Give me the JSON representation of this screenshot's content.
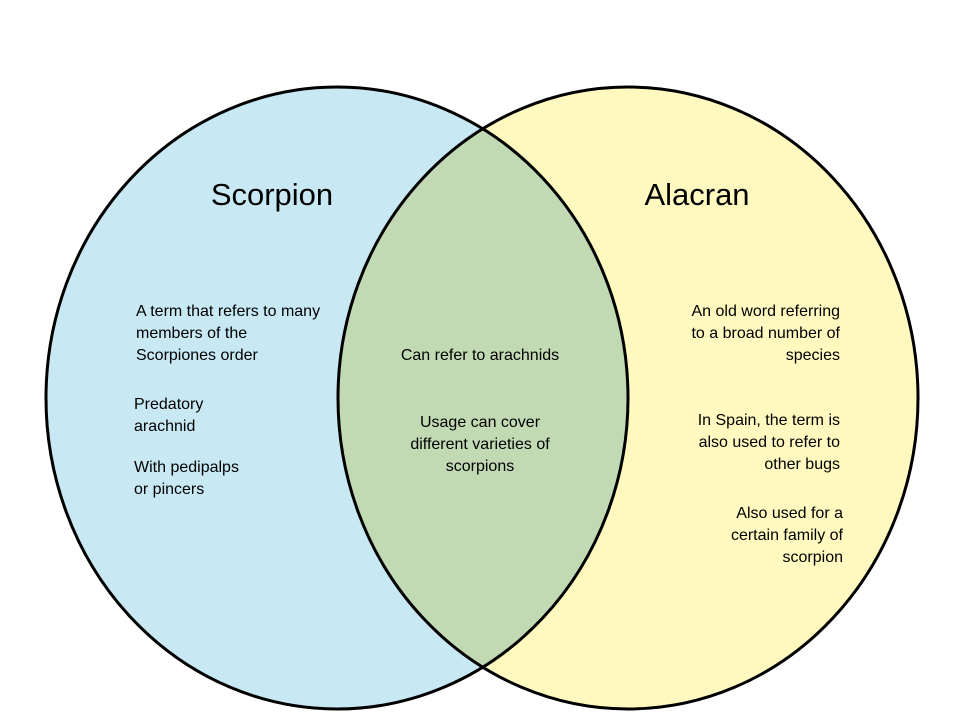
{
  "colors": {
    "left": "#c8e9f3",
    "right": "#fff9c0",
    "overlap": "#c2dab4",
    "outline": "#000000"
  },
  "left": {
    "title": "Scorpion",
    "items": [
      "A term that refers to many members of the Scorpiones order",
      "Predatory arachnid",
      "With pedipalps or pincers"
    ]
  },
  "overlap": {
    "items": [
      "Can refer to arachnids",
      "Usage can cover different varieties of scorpions"
    ]
  },
  "right": {
    "title": "Alacran",
    "items": [
      "An old word referring to a broad number of species",
      "In Spain, the term is also used to refer to other bugs",
      "Also used for a certain family of scorpion"
    ]
  }
}
